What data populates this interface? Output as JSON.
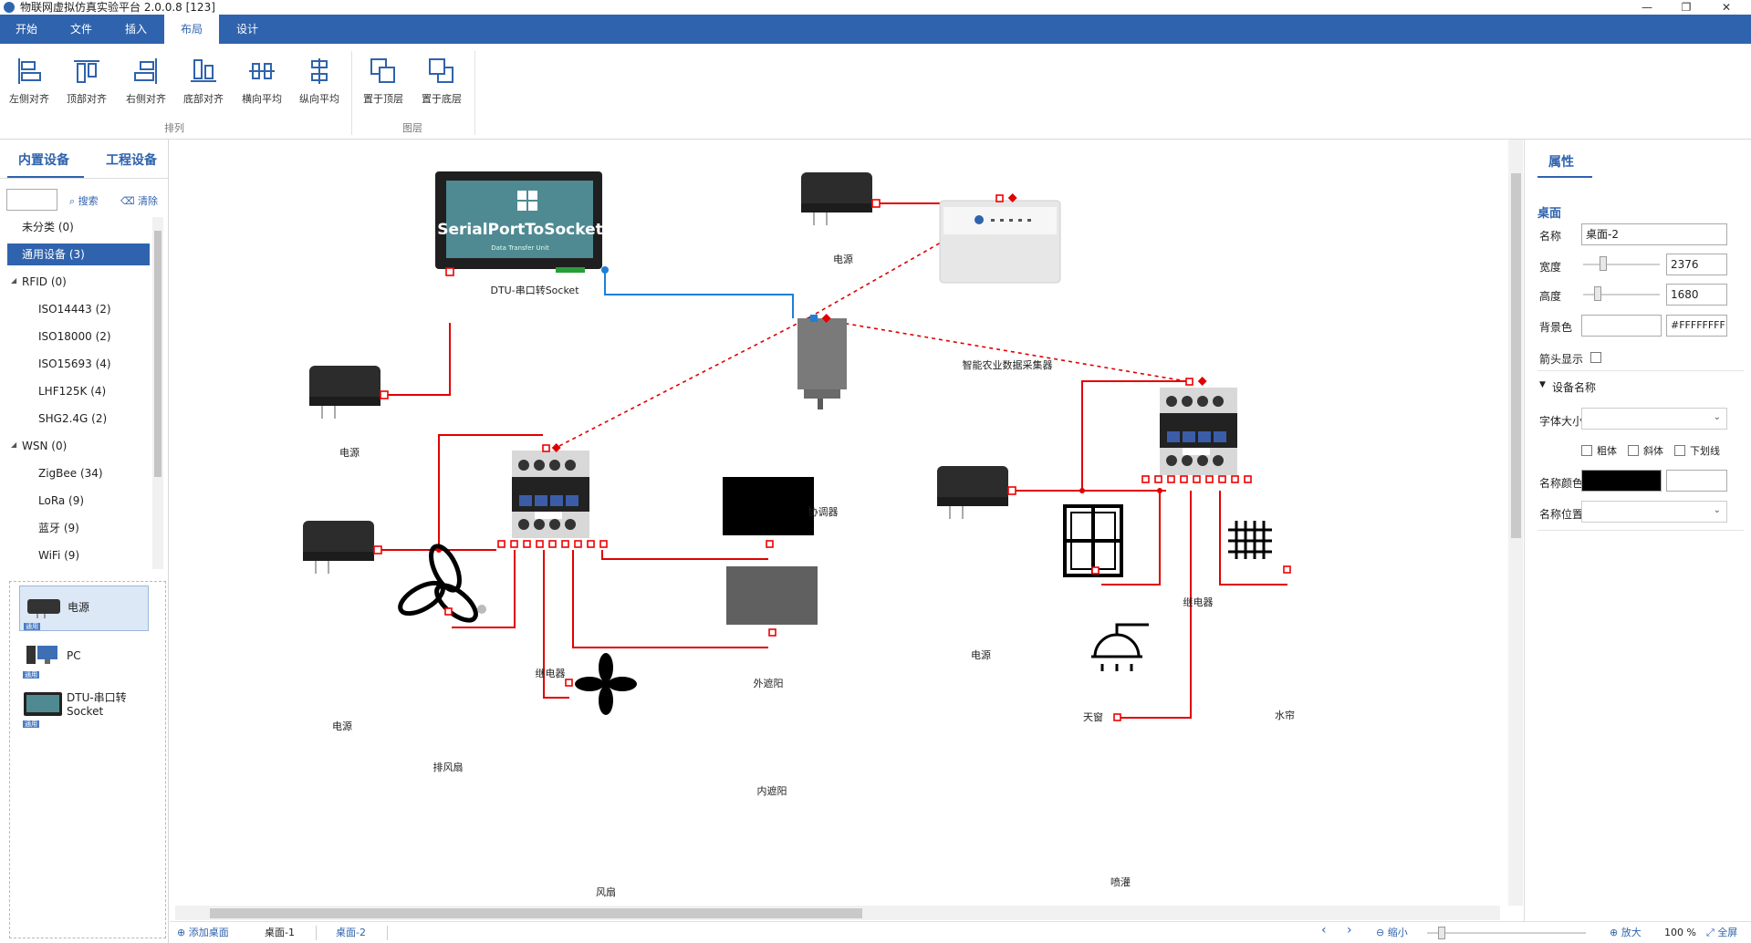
{
  "window": {
    "title": "物联网虚拟仿真实验平台 2.0.0.8  [123]",
    "minimize_glyph": "—",
    "maximize_glyph": "❐",
    "close_glyph": "✕"
  },
  "ribbon": {
    "tabs": [
      {
        "label": "开始",
        "active": false
      },
      {
        "label": "文件",
        "active": false
      },
      {
        "label": "插入",
        "active": false
      },
      {
        "label": "布局",
        "active": true
      },
      {
        "label": "设计",
        "active": false
      }
    ],
    "buttons": [
      {
        "label": "左侧对齐",
        "icon": "align-left-icon"
      },
      {
        "label": "顶部对齐",
        "icon": "align-top-icon"
      },
      {
        "label": "右侧对齐",
        "icon": "align-right-icon"
      },
      {
        "label": "底部对齐",
        "icon": "align-bottom-icon"
      },
      {
        "label": "横向平均",
        "icon": "distribute-horizontal-icon"
      },
      {
        "label": "纵向平均",
        "icon": "distribute-vertical-icon"
      },
      {
        "label": "置于顶层",
        "icon": "bring-to-front-icon"
      },
      {
        "label": "置于底层",
        "icon": "send-to-back-icon"
      }
    ],
    "groups": [
      "排列",
      "图层"
    ]
  },
  "left_panel": {
    "tabs": [
      "内置设备",
      "工程设备"
    ],
    "search_value": "",
    "search_label": "搜索",
    "clear_label": "清除",
    "tree": [
      {
        "label": "未分类  (0)",
        "level": 0,
        "selected": false
      },
      {
        "label": "通用设备  (3)",
        "level": 0,
        "selected": true
      },
      {
        "label": "RFID  (0)",
        "level": 0,
        "selected": false,
        "expanded": true
      },
      {
        "label": "ISO14443  (2)",
        "level": 1,
        "selected": false
      },
      {
        "label": "ISO18000  (2)",
        "level": 1,
        "selected": false
      },
      {
        "label": "ISO15693  (4)",
        "level": 1,
        "selected": false
      },
      {
        "label": "LHF125K  (4)",
        "level": 1,
        "selected": false
      },
      {
        "label": "SHG2.4G  (2)",
        "level": 1,
        "selected": false
      },
      {
        "label": "WSN  (0)",
        "level": 0,
        "selected": false,
        "expanded": true
      },
      {
        "label": "ZigBee  (34)",
        "level": 1,
        "selected": false
      },
      {
        "label": "LoRa  (9)",
        "level": 1,
        "selected": false
      },
      {
        "label": "蓝牙  (9)",
        "level": 1,
        "selected": false
      },
      {
        "label": "WiFi  (9)",
        "level": 1,
        "selected": false
      }
    ],
    "palette": [
      {
        "label": "电源",
        "icon": "power-adapter-icon",
        "selected": true
      },
      {
        "label": "PC",
        "icon": "pc-icon",
        "selected": false
      },
      {
        "label": "DTU-串口转\nSocket",
        "icon": "dtu-icon",
        "selected": false
      }
    ]
  },
  "canvas": {
    "dtu_screen_title": "SerialPortToSocket",
    "dtu_screen_subtitle": "Data Transfer Unit",
    "labels": {
      "dtu": "DTU-串口转Socket",
      "power1": "电源",
      "power2": "电源",
      "power3": "电源",
      "power4": "电源",
      "collector": "智能农业数据采集器",
      "coordinator": "协调器",
      "relay1": "继电器",
      "relay2": "继电器",
      "outer_shade": "外遮阳",
      "inner_shade": "内遮阳",
      "exhaust_fan": "排风扇",
      "fan": "风扇",
      "skylight": "天窗",
      "water_curtain": "水帘",
      "sprinkler": "喷灌"
    }
  },
  "properties": {
    "tab": "属性",
    "section": "桌面",
    "name_label": "名称",
    "name_value": "桌面-2",
    "width_label": "宽度",
    "width_value": "2376",
    "height_label": "高度",
    "height_value": "1680",
    "bgcolor_label": "背景色",
    "bgcolor_value": "#FFFFFFFF",
    "arrow_label": "箭头显示",
    "device_name_section": "设备名称",
    "fontsize_label": "字体大小",
    "bold_label": "粗体",
    "italic_label": "斜体",
    "underline_label": "下划线",
    "namecolor_label": "名称颜色",
    "namepos_label": "名称位置",
    "colors": {
      "name_color": "#000000",
      "bg": "#FFFFFF"
    }
  },
  "bottom": {
    "add_label": "添加桌面",
    "tabs": [
      {
        "label": "桌面-1",
        "active": false
      },
      {
        "label": "桌面-2",
        "active": true
      }
    ],
    "zoom_out_label": "缩小",
    "zoom_in_label": "放大",
    "zoom_value": "100 %",
    "fullscreen_label": "全屏"
  },
  "theme": {
    "accent": "#2f63ad",
    "wire": "#e00000",
    "link": "#1e7fd8"
  }
}
